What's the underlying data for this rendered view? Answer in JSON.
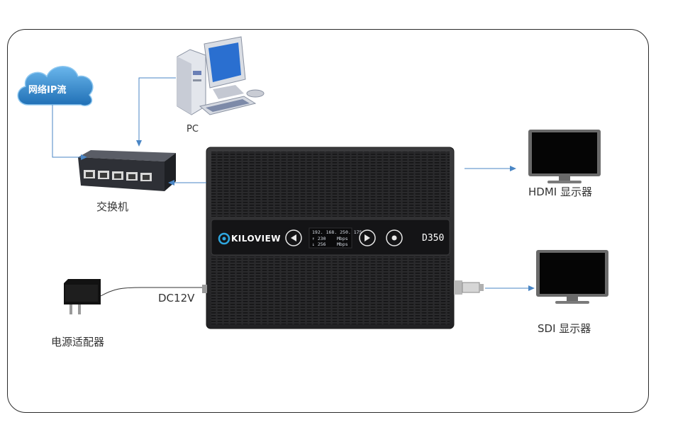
{
  "cloud": {
    "label": "网络IP流"
  },
  "pc": {
    "label": "PC"
  },
  "switch": {
    "label": "交换机"
  },
  "power_adapter": {
    "label": "电源适配器"
  },
  "power_port": {
    "label": "DC12V"
  },
  "hdmi_display": {
    "label": "HDMI 显示器"
  },
  "sdi_display": {
    "label": "SDI 显示器"
  },
  "device": {
    "brand": "KILOVIEW",
    "model": "D350",
    "lcd_ip": "192. 168. 250. 175",
    "lcd_up": "↑ 230",
    "lcd_up_unit": "Mbps",
    "lcd_down": "↓ 256",
    "lcd_down_unit": "Mbps"
  },
  "colors": {
    "arrow": "#4a86c5",
    "device": "#2d2d2f",
    "cloud": "#3c8fd2"
  }
}
